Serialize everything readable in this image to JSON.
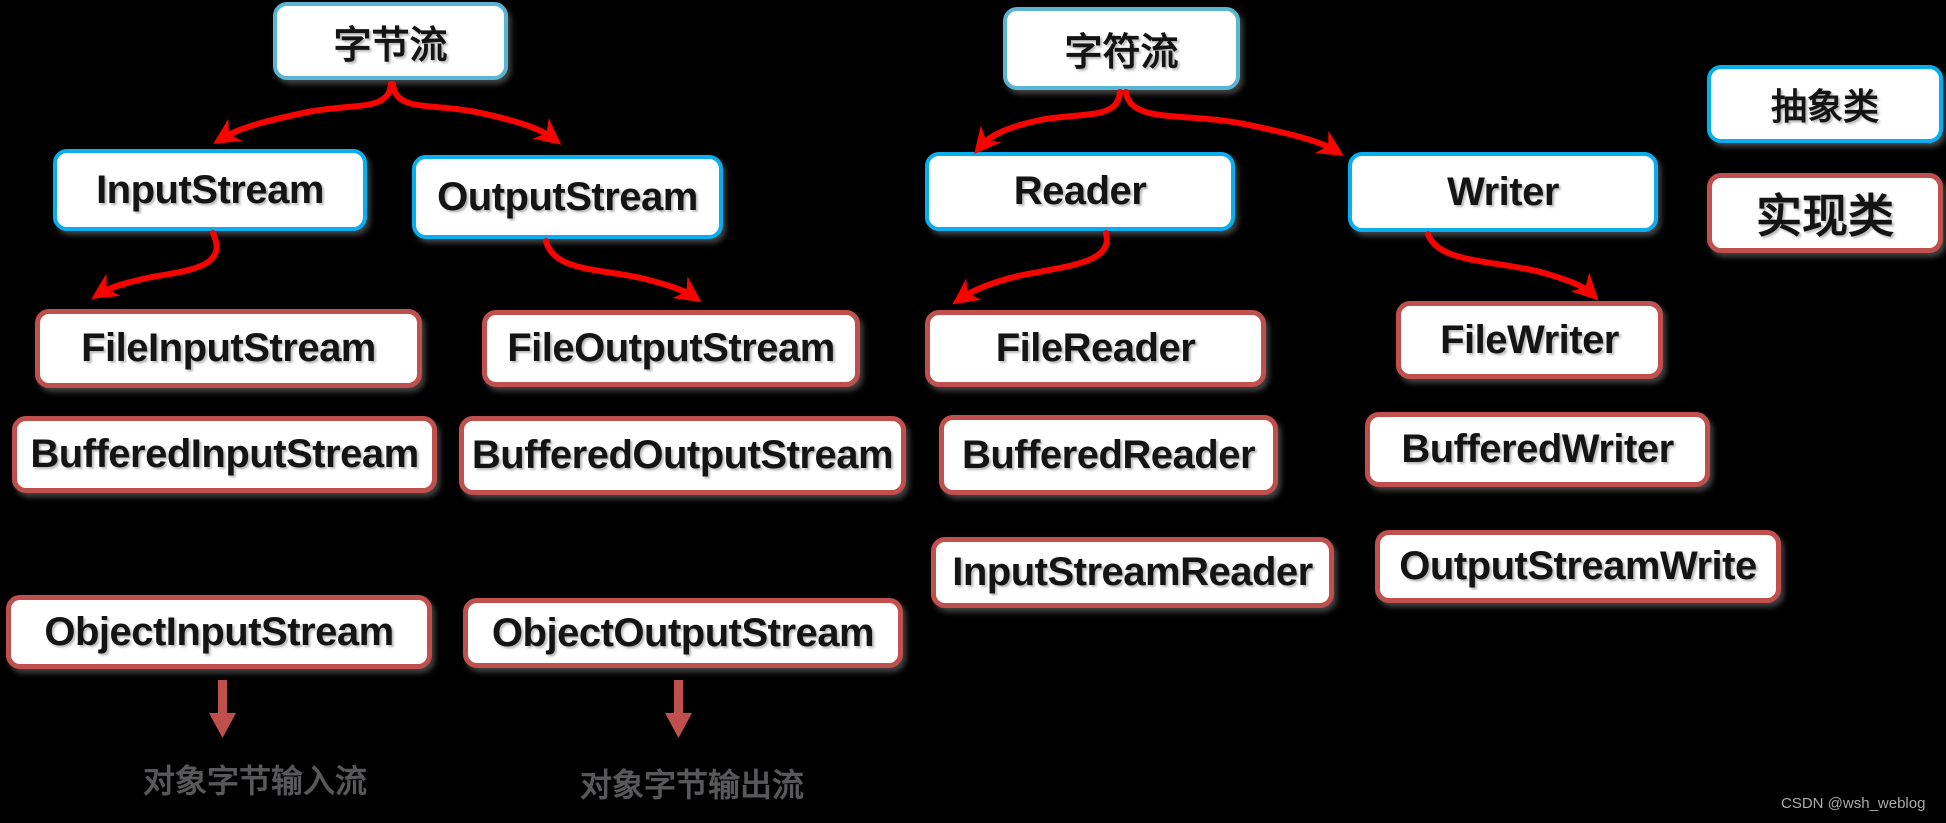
{
  "colors": {
    "background": "#000000",
    "header_border": "#5BB4D2",
    "abstract_border": "#0AAEEF",
    "implementation_border": "#C0504D",
    "arrow_red": "#F80400",
    "arrow_brick": "#C0504D",
    "note_text": "#58585A",
    "watermark_text": "#ABABAB"
  },
  "nodes": {
    "byte_header": {
      "label": "字节流"
    },
    "char_header": {
      "label": "字符流"
    },
    "abstract_legend": {
      "label": "抽象类"
    },
    "impl_legend": {
      "label": "实现类"
    },
    "input_stream": {
      "label": "InputStream"
    },
    "output_stream": {
      "label": "OutputStream"
    },
    "reader": {
      "label": "Reader"
    },
    "writer": {
      "label": "Writer"
    },
    "file_input_stream": {
      "label": "FileInputStream"
    },
    "file_output_stream": {
      "label": "FileOutputStream"
    },
    "file_reader": {
      "label": "FileReader"
    },
    "file_writer": {
      "label": "FileWriter"
    },
    "buffered_input_stream": {
      "label": "BufferedInputStream"
    },
    "buffered_output_stream": {
      "label": "BufferedOutputStream"
    },
    "buffered_reader": {
      "label": "BufferedReader"
    },
    "buffered_writer": {
      "label": "BufferedWriter"
    },
    "input_stream_reader": {
      "label": "InputStreamReader"
    },
    "output_stream_write": {
      "label": "OutputStreamWrite"
    },
    "object_input_stream": {
      "label": "ObjectInputStream"
    },
    "object_output_stream": {
      "label": "ObjectOutputStream"
    }
  },
  "notes": {
    "object_input_note": "对象字节输入流",
    "object_output_note": "对象字节输出流"
  },
  "watermark": "CSDN @wsh_weblog"
}
